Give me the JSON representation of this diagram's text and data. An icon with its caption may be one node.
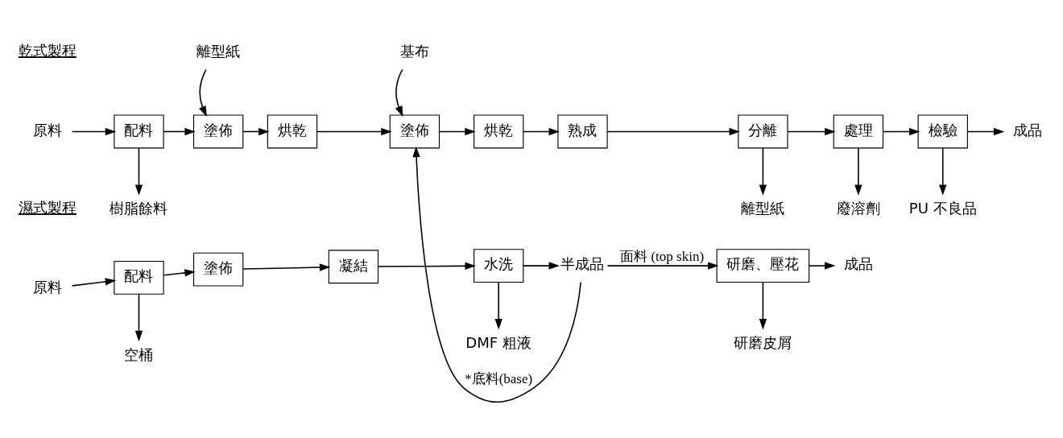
{
  "diagram": {
    "nodes": [
      {
        "text": [
          "原料"
        ]
      },
      {
        "text": [
          "配料"
        ]
      },
      {
        "text": [
          "塗佈"
        ]
      },
      {
        "text": [
          "烘乾"
        ]
      },
      {
        "text": [
          "塗佈"
        ]
      },
      {
        "text": [
          "烘乾"
        ]
      },
      {
        "text": [
          "熟成"
        ]
      },
      {
        "text": [
          "分離"
        ]
      },
      {
        "text": [
          "處理"
        ]
      },
      {
        "text": [
          "檢驗"
        ]
      },
      {
        "text": [
          "成品"
        ]
      },
      {
        "text": [
          "離型紙"
        ]
      },
      {
        "text": [
          "基布"
        ]
      },
      {
        "text": [
          "樹脂餘料"
        ]
      },
      {
        "text": [
          "離型紙"
        ]
      },
      {
        "text": [
          "廢溶劑"
        ]
      },
      {
        "text": [
          "PU 不良品"
        ]
      },
      {
        "text": [
          "原料"
        ]
      },
      {
        "text": [
          "配料"
        ]
      },
      {
        "text": [
          "塗佈"
        ]
      },
      {
        "text": [
          "凝結"
        ]
      },
      {
        "text": [
          "水洗"
        ]
      },
      {
        "text": [
          "半成品"
        ]
      },
      {
        "text": [
          "研磨、壓花"
        ]
      },
      {
        "text": [
          "成品"
        ]
      },
      {
        "text": [
          "空桶"
        ]
      },
      {
        "text": [
          "DMF 粗液"
        ]
      },
      {
        "text": [
          "研磨皮屑"
        ]
      }
    ],
    "edges": [
      {
        "from": 0,
        "to": 1,
        "arrow": "to"
      },
      {
        "from": 1,
        "to": 2,
        "arrow": "to"
      },
      {
        "from": 2,
        "to": 3,
        "arrow": "to"
      },
      {
        "from": 3,
        "to": 4,
        "arrow": "to"
      },
      {
        "from": 4,
        "to": 5,
        "arrow": "to"
      },
      {
        "from": 5,
        "to": 6,
        "arrow": "to"
      },
      {
        "from": 6,
        "to": 7,
        "arrow": "to"
      },
      {
        "from": 7,
        "to": 8,
        "arrow": "to"
      },
      {
        "from": 8,
        "to": 9,
        "arrow": "to"
      },
      {
        "from": 9,
        "to": 10,
        "arrow": "to"
      },
      {
        "from": 11,
        "to": 2,
        "arrow": "to"
      },
      {
        "from": 12,
        "to": 4,
        "arrow": "to"
      },
      {
        "from": 1,
        "to": 13,
        "arrow": "to"
      },
      {
        "from": 7,
        "to": 14,
        "arrow": "to"
      },
      {
        "from": 8,
        "to": 15,
        "arrow": "to"
      },
      {
        "from": 9,
        "to": 16,
        "arrow": "to"
      },
      {
        "from": 17,
        "to": 18,
        "arrow": "to"
      },
      {
        "from": 18,
        "to": 19,
        "arrow": "to"
      },
      {
        "from": 19,
        "to": 20,
        "arrow": "to"
      },
      {
        "from": 20,
        "to": 21,
        "arrow": "to"
      },
      {
        "from": 21,
        "to": 22,
        "arrow": "to"
      },
      {
        "from": 22,
        "to": 23,
        "arrow": "to",
        "label": "面料 (top skin)"
      },
      {
        "from": 23,
        "to": 24,
        "arrow": "to"
      },
      {
        "from": 18,
        "to": 25,
        "arrow": "to"
      },
      {
        "from": 21,
        "to": 26,
        "arrow": "to"
      },
      {
        "from": 23,
        "to": 27,
        "arrow": "to"
      },
      {
        "from": 22,
        "to": 4,
        "arrow": "to",
        "label": "*底料(base)"
      }
    ],
    "labels": [
      "乾式製程",
      "濕式製程"
    ]
  }
}
